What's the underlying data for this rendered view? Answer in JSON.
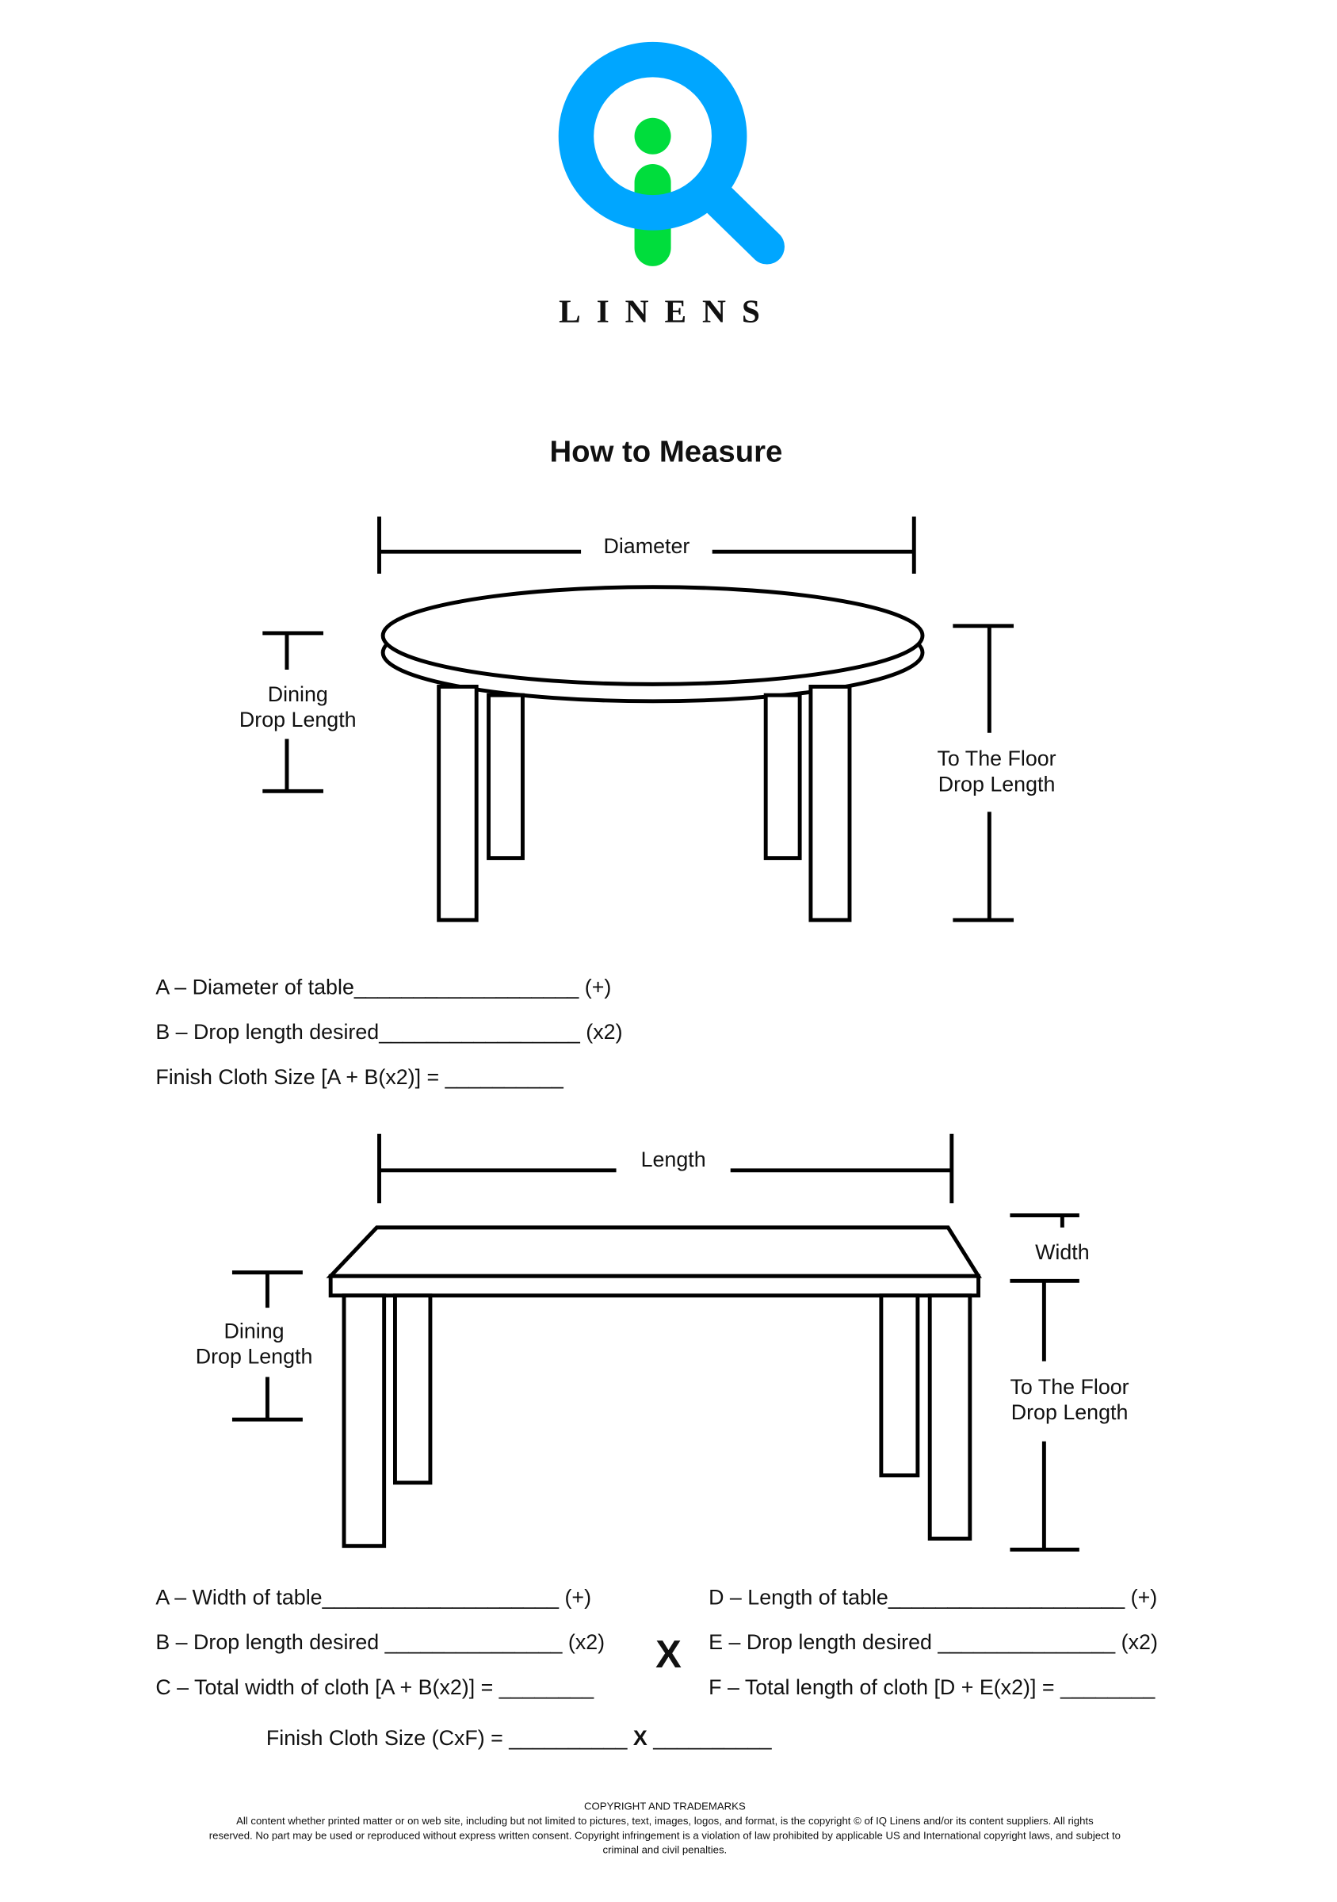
{
  "logo": {
    "wordmark": "LINENS",
    "ring_color": "#00a6ff",
    "i_color": "#00dd3c"
  },
  "title": "How to Measure",
  "round_table": {
    "diameter_label": "Diameter",
    "dining_drop": [
      "Dining",
      "Drop Length"
    ],
    "floor_drop": [
      "To The Floor",
      "Drop Length"
    ],
    "form": [
      "A – Diameter of table___________________ (+)",
      "B – Drop length desired_________________ (x2)",
      "Finish Cloth Size [A + B(x2)] = __________"
    ]
  },
  "rect_table": {
    "length_label": "Length",
    "width_label": "Width",
    "dining_drop": [
      "Dining",
      "Drop Length"
    ],
    "floor_drop": [
      "To The Floor",
      "Drop Length"
    ],
    "form_left": [
      "A – Width of table____________________ (+)",
      "B – Drop length desired _______________ (x2)",
      "C – Total width of cloth [A + B(x2)] = ________"
    ],
    "multiply": "X",
    "form_right": [
      "D – Length of table____________________ (+)",
      "E – Drop length desired _______________ (x2)",
      "F – Total length of cloth [D + E(x2)] = ________"
    ],
    "finish_prefix": "Finish Cloth Size (CxF) = __________ ",
    "finish_x": "X",
    "finish_suffix": " __________"
  },
  "footer": {
    "heading": "COPYRIGHT AND TRADEMARKS",
    "lines": [
      "All content whether printed matter or on web site, including but not limited to pictures, text, images, logos, and format, is the copyright © of IQ Linens and/or its content suppliers.  All rights",
      "reserved. No part may be used or reproduced without express written consent. Copyright infringement is a violation of law prohibited by applicable US and International copyright laws, and subject to",
      "criminal and civil penalties."
    ]
  }
}
